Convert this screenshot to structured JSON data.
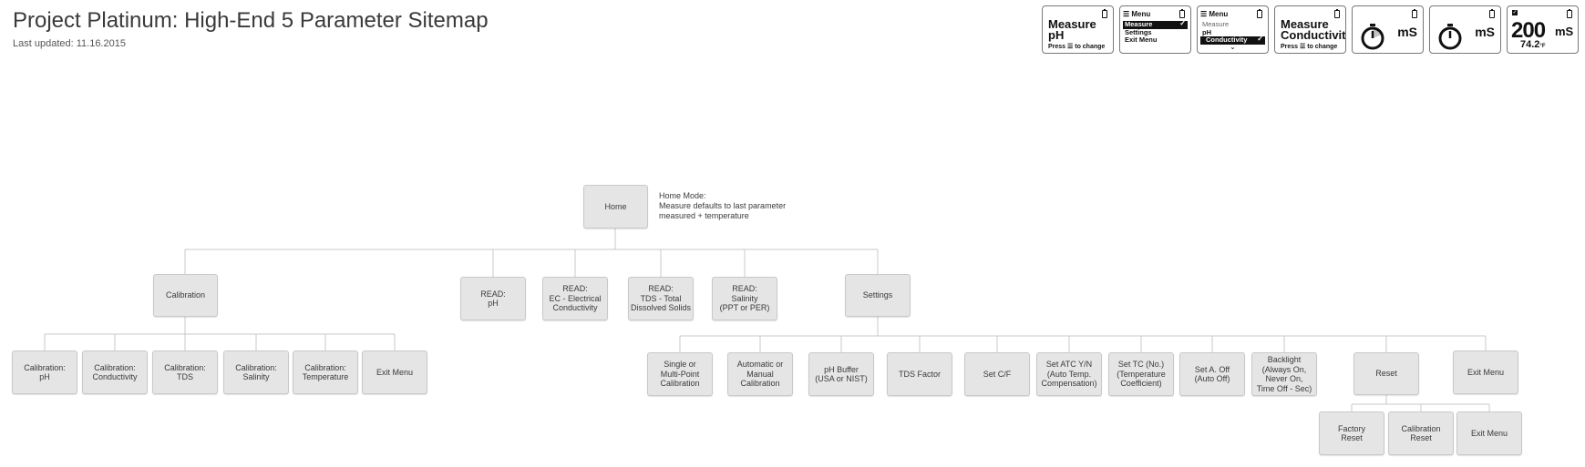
{
  "header": {
    "title": "Project Platinum: High-End 5 Parameter Sitemap",
    "updated": "Last updated: 11.16.2015"
  },
  "screens": {
    "measure_ph": {
      "line1": "Measure",
      "line2": "pH",
      "hint": "Press ☰ to change"
    },
    "menu1": {
      "title": "☰ Menu",
      "items": [
        "Measure",
        "Settings",
        "Exit Menu"
      ],
      "selected": "Measure"
    },
    "menu2": {
      "title": "☰ Menu",
      "items": [
        "Measure",
        "pH",
        "Conductivity"
      ],
      "selected": "Conductivity"
    },
    "measure_cond": {
      "line1": "Measure",
      "line2": "Conductivity",
      "hint": "Press ☰ to change"
    },
    "timer1": {
      "unit": "mS"
    },
    "timer2": {
      "unit": "mS"
    },
    "reading": {
      "value": "200",
      "unit": "mS",
      "temp": "74.2",
      "temp_unit": "°F"
    }
  },
  "sitemap": {
    "home": "Home",
    "home_note": "Home Mode:\nMeasure defaults to last parameter\nmeasured + temperature",
    "calibration": "Calibration",
    "read_ph": "READ:\npH",
    "read_ec": "READ:\nEC - Electrical\nConductivity",
    "read_tds": "READ:\nTDS - Total\nDissolved Solids",
    "read_sal": "READ:\nSalinity\n(PPT or PER)",
    "settings": "Settings",
    "cal_ph": "Calibration:\npH",
    "cal_cond": "Calibration:\nConductivity",
    "cal_tds": "Calibration:\nTDS",
    "cal_sal": "Calibration:\nSalinity",
    "cal_temp": "Calibration:\nTemperature",
    "cal_exit": "Exit Menu",
    "s_single": "Single or\nMulti-Point\nCalibration",
    "s_auto": "Automatic or\nManual\nCalibration",
    "s_buffer": "pH Buffer\n(USA or NIST)",
    "s_tds": "TDS Factor",
    "s_cf": "Set C/F",
    "s_atc": "Set ATC Y/N\n(Auto Temp.\nCompensation)",
    "s_tc": "Set TC (No.)\n(Temperature\nCoefficient)",
    "s_aoff": "Set A. Off\n(Auto Off)",
    "s_backlight": "Backlight\n(Always On,\nNever On,\nTime Off - Sec)",
    "s_reset": "Reset",
    "s_exit": "Exit Menu",
    "r_factory": "Factory\nReset",
    "r_cal": "Calibration\nReset",
    "r_exit": "Exit Menu"
  },
  "colors": {
    "box_fill": "#e5e5e5",
    "box_border": "#c9c9c9",
    "connector": "#c8c8c8",
    "text": "#3a3a3a"
  }
}
